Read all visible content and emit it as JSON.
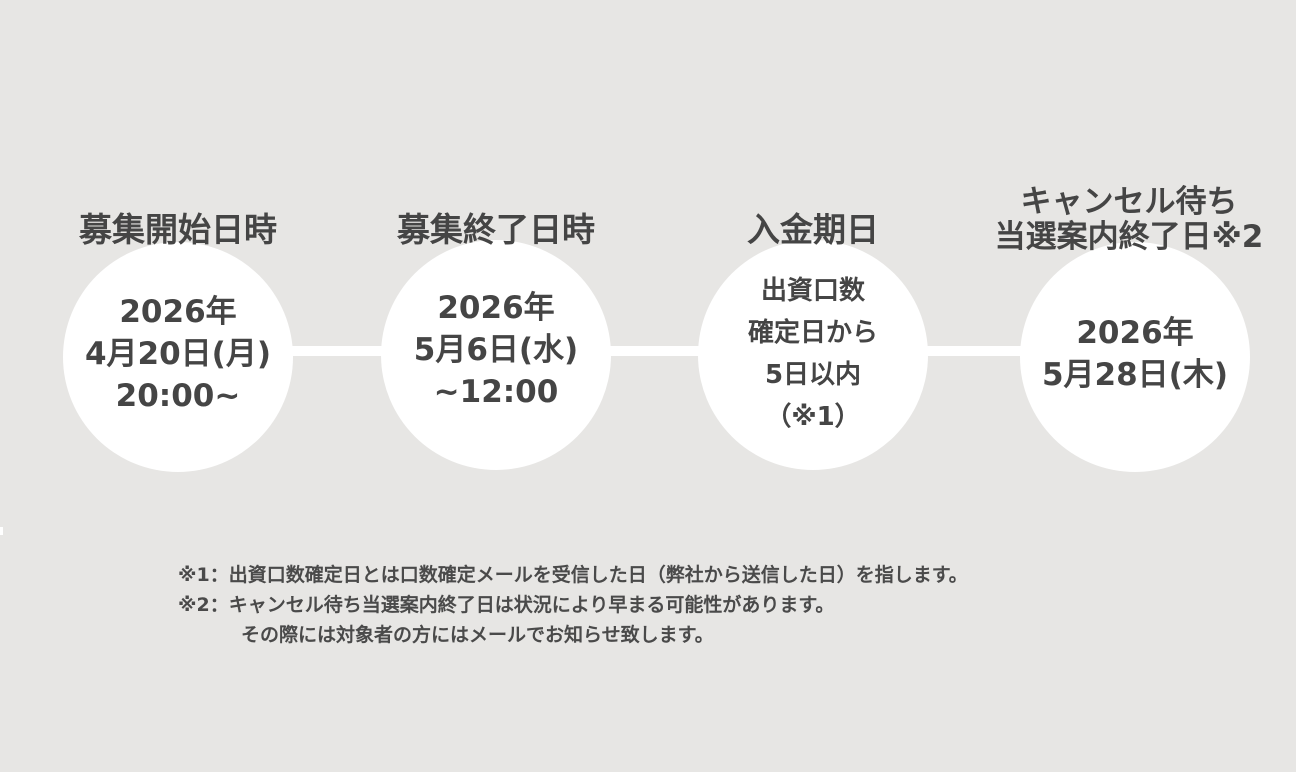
{
  "steps": [
    {
      "title": "募集開始日時",
      "lines": [
        "2026年",
        "4月20日(月)",
        "20:00~"
      ]
    },
    {
      "title": "募集終了日時",
      "lines": [
        "2026年",
        "5月6日(水)",
        "~12:00"
      ]
    },
    {
      "title": "入金期日",
      "lines": [
        "出資口数",
        "確定日から",
        "5日以内",
        "（※1）"
      ]
    },
    {
      "title_lines": [
        "キャンセル待ち",
        "当選案内終了日※2"
      ],
      "lines": [
        "2026年",
        "5月28日(木)"
      ]
    }
  ],
  "notes": [
    {
      "text": "※1：出資口数確定日とは口数確定メールを受信した日（弊社から送信した日）を指します。"
    },
    {
      "text": "※2：キャンセル待ち当選案内終了日は状況により早まる可能性があります。"
    },
    {
      "text": "その際には対象者の方にはメールでお知らせ致します。"
    }
  ],
  "colors": {
    "background": "#e7e6e4",
    "circle": "#ffffff",
    "text": "#454545"
  }
}
